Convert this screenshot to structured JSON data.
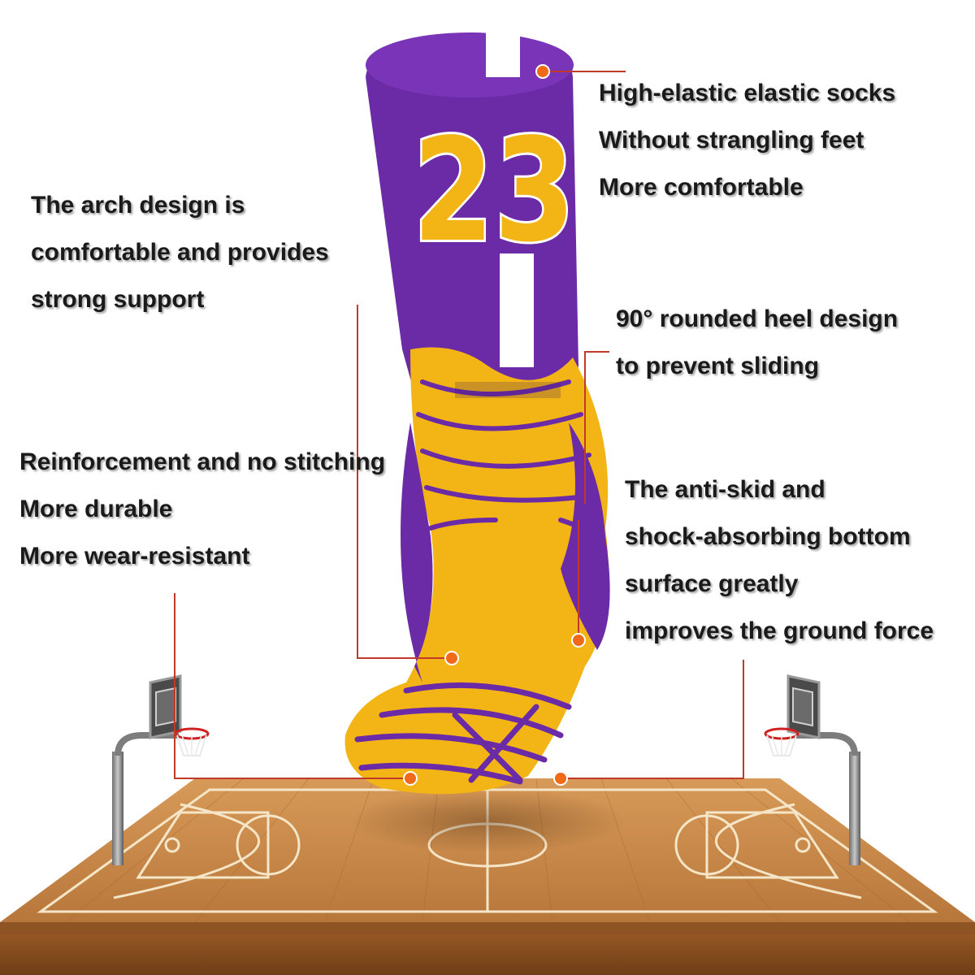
{
  "colors": {
    "sock_purple": "#6b2aa6",
    "sock_yellow": "#f3b515",
    "leader_line": "#c0392b",
    "leader_dot": "#f06a1a",
    "court_wood": "#c88a4a",
    "text": "#1a1a1a"
  },
  "sock": {
    "number": "23"
  },
  "callouts": {
    "elastic": {
      "lines": [
        "High-elastic elastic socks",
        "Without strangling feet",
        "More comfortable"
      ]
    },
    "arch": {
      "lines": [
        "The arch design is",
        "comfortable and provides",
        "strong support"
      ]
    },
    "heel": {
      "lines": [
        "90° rounded heel design",
        "to prevent sliding"
      ]
    },
    "reinforcement": {
      "lines": [
        "Reinforcement and no stitching",
        "More durable",
        "More wear-resistant"
      ]
    },
    "bottom": {
      "lines": [
        "The anti-skid and",
        "shock-absorbing bottom",
        "surface greatly",
        "improves the ground force"
      ]
    }
  }
}
